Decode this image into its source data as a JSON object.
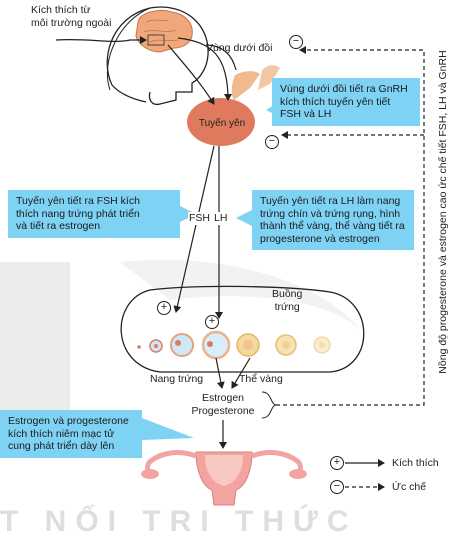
{
  "labels": {
    "external_stimulus": "Kích thích từ\nmôi trường ngoài",
    "hypothalamus": "Vùng dưới đồi",
    "pituitary": "Tuyến yên",
    "fsh": "FSH",
    "lh": "LH",
    "ovary": "Buồng\ntrứng",
    "follicle": "Nang trứng",
    "corpus_luteum": "Thể vàng",
    "estrogen": "Estrogen",
    "progesterone": "Progesterone"
  },
  "callouts": {
    "gnrh": "Vùng dưới đồi tiết ra GnRH\nkích thích tuyến yên tiết\nFSH và LH",
    "fsh": "Tuyến yên tiết ra FSH kích\nthích nang trứng phát triển\nvà tiết ra estrogen",
    "lh": "Tuyến yên tiết ra LH làm nang\ntrứng chín và trứng rụng, hình\nthành thể vàng, thể vàng tiết ra\nprogesterone và estrogen",
    "uterus": "Estrogen và progesterone\nkích thích niêm mạc tử\ncung phát triển dày lên"
  },
  "feedback_label": "Nồng độ progesterone và estrogen cao ức chế tiết FSH, LH và GnRH",
  "signs": {
    "plus": "+",
    "minus": "−"
  },
  "legend": {
    "stimulate": "Kích thích",
    "inhibit": "Ức chế"
  },
  "watermark": "T NỐI TRI THỨC",
  "colors": {
    "callout_bg": "#7ed3f4",
    "pituitary": "#e07a5f",
    "brain": "#f0a87a",
    "uterus": "#f2a5a0",
    "follicle": "#cfe8f8",
    "corpus_luteum": "#f3d9a0"
  }
}
